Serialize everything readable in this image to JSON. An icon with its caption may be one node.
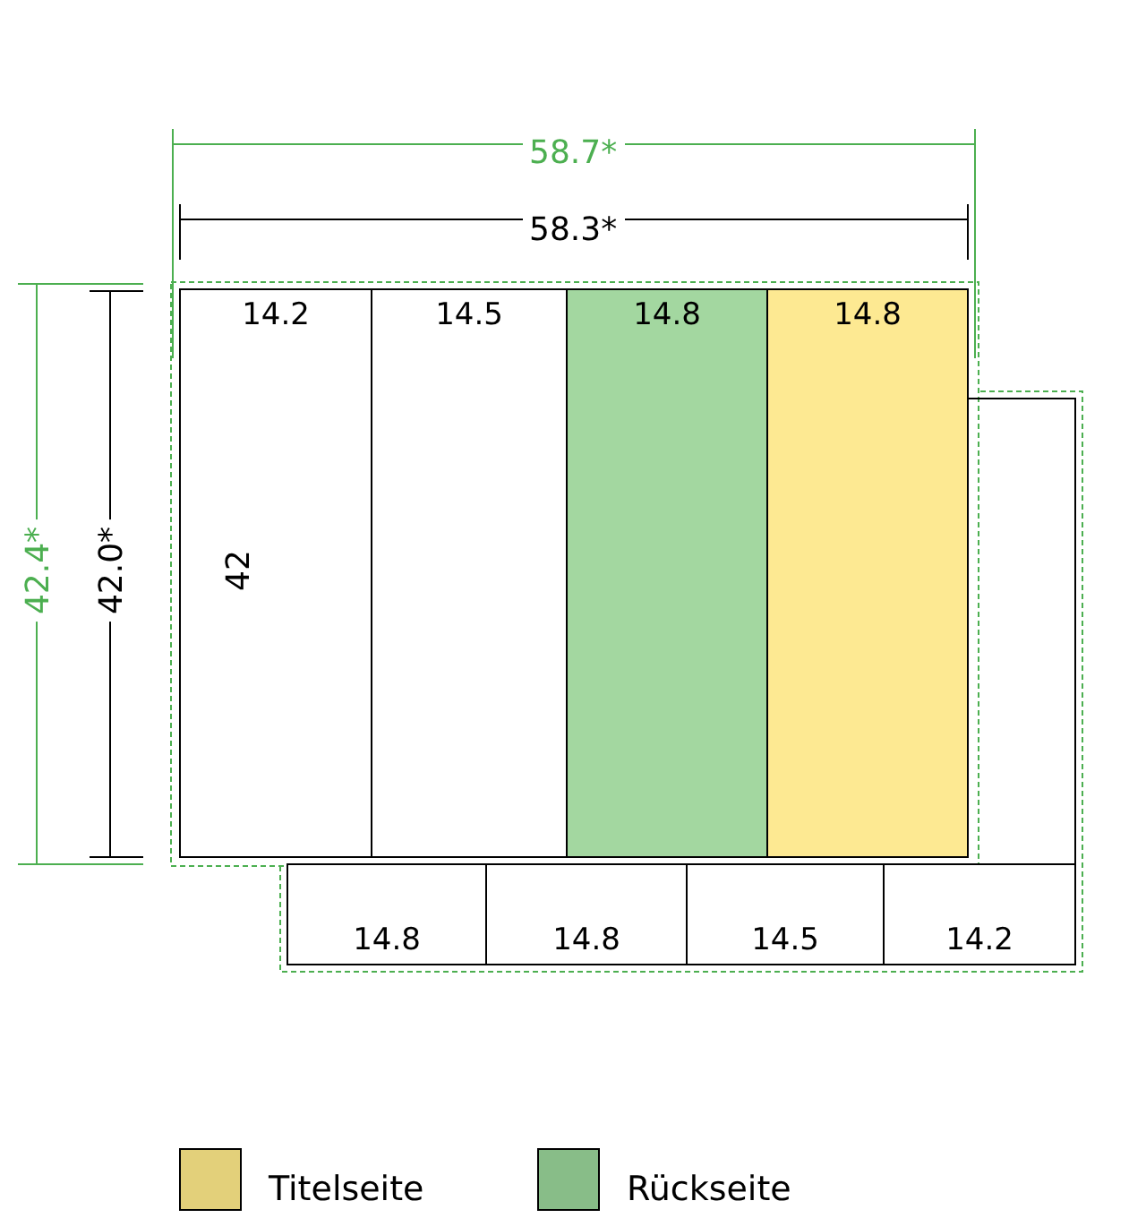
{
  "diagram": {
    "nodes": [
      {
        "text": [
          "14.2"
        ]
      },
      {
        "text": [
          "14.5"
        ]
      },
      {
        "text": [
          "14.8"
        ]
      },
      {
        "text": [
          "14.8"
        ]
      },
      {
        "text": [
          "14.8"
        ]
      },
      {
        "text": [
          "14.8"
        ]
      },
      {
        "text": [
          "14.5"
        ]
      },
      {
        "text": [
          "14.2"
        ]
      }
    ],
    "labels": [
      "58.7*",
      "58.3*",
      "42.4*",
      "42.0*",
      "42"
    ],
    "legend": [
      {
        "text": "Titelseite",
        "color": "#e3d07a"
      },
      {
        "text": "Rückseite",
        "color": "#88bd88"
      }
    ]
  }
}
